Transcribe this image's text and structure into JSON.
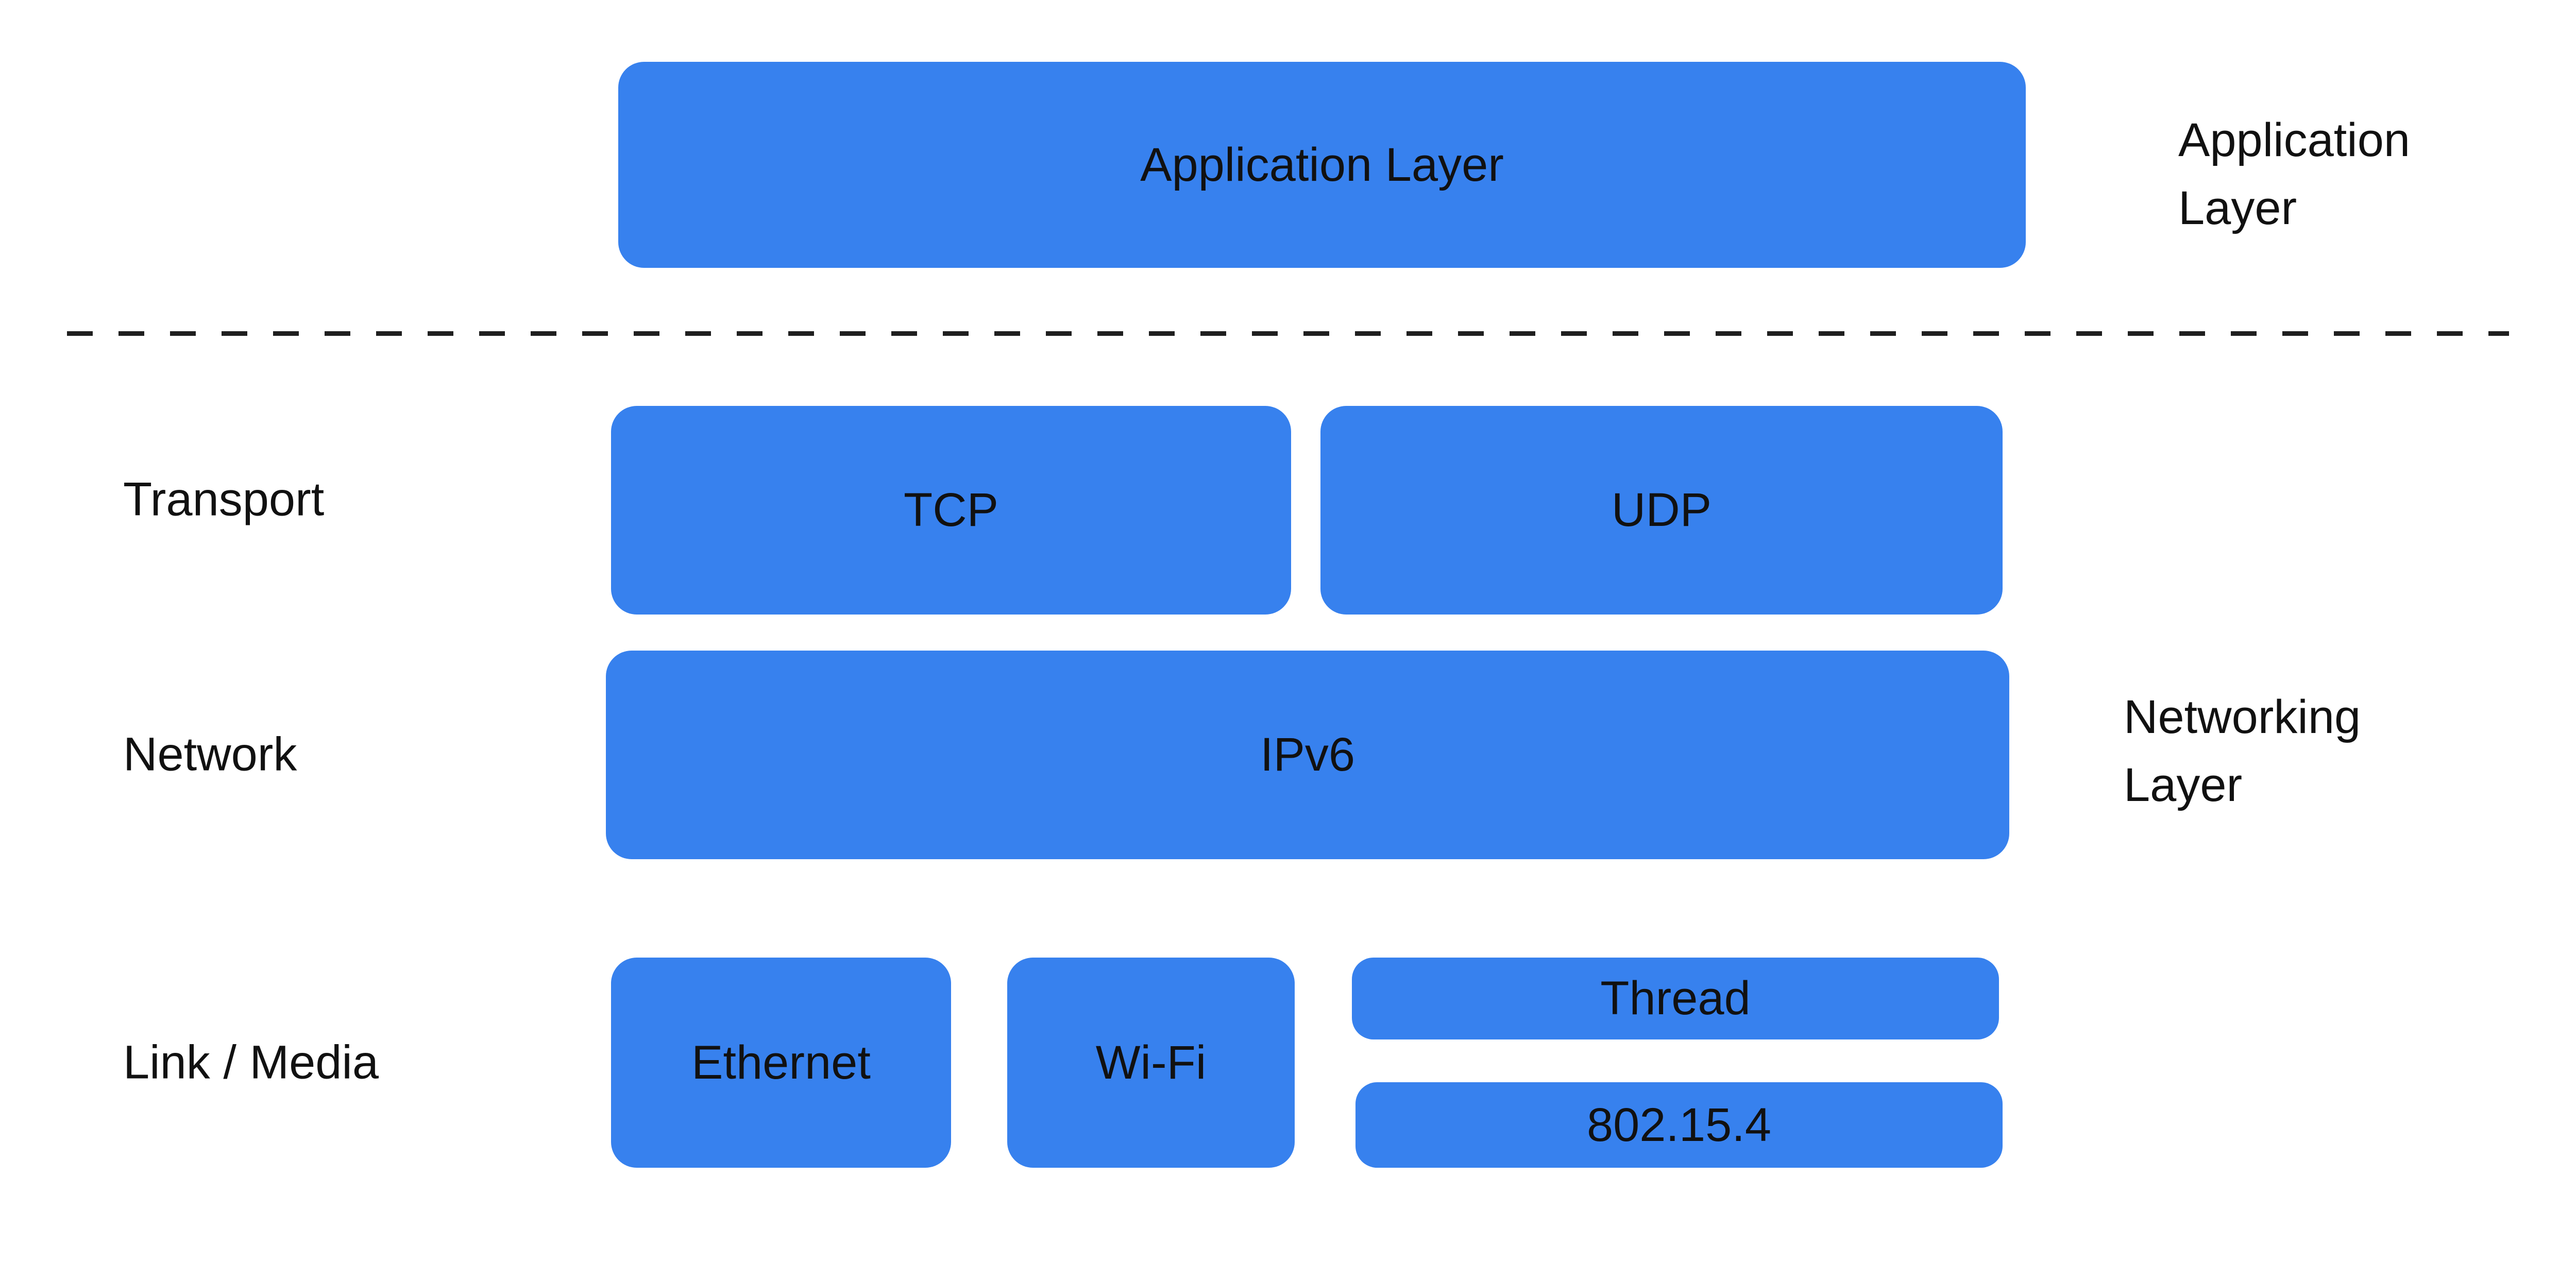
{
  "colors": {
    "background": "#ffffff",
    "node_fill": "#3781ee",
    "node_text": "#111111",
    "label_text": "#111111",
    "divider": "#1f1f1f"
  },
  "nodes": {
    "application": {
      "label": "Application Layer"
    },
    "tcp": {
      "label": "TCP"
    },
    "udp": {
      "label": "UDP"
    },
    "ipv6": {
      "label": "IPv6"
    },
    "ethernet": {
      "label": "Ethernet"
    },
    "wifi": {
      "label": "Wi-Fi"
    },
    "thread": {
      "label": "Thread"
    },
    "ieee_802_15_4": {
      "label": "802.15.4"
    }
  },
  "row_labels": {
    "transport": "Transport",
    "network": "Network",
    "link_media": "Link / Media"
  },
  "side_labels": {
    "application": {
      "lines": [
        "Application",
        "Layer"
      ]
    },
    "networking": {
      "lines": [
        "Networking",
        "Layer"
      ]
    }
  }
}
